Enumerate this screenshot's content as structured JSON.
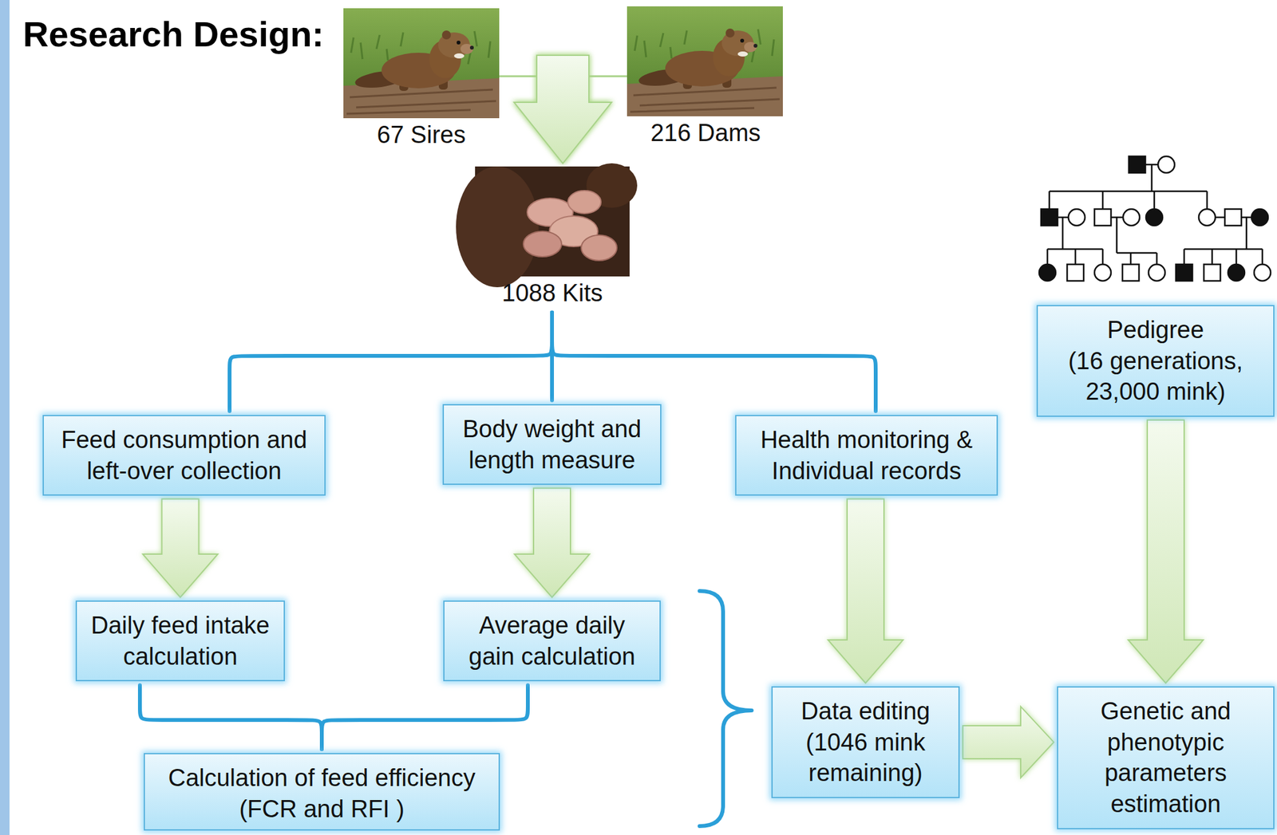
{
  "diagram": {
    "title": "Research Design:",
    "nodes": [
      {
        "text": [
          "67 Sires"
        ]
      },
      {
        "text": [
          "216 Dams"
        ]
      },
      {
        "text": [
          "1088 Kits"
        ]
      },
      {
        "text": [
          "Feed consumption and left-over collection"
        ]
      },
      {
        "text": [
          "Body weight and length measure"
        ]
      },
      {
        "text": [
          "Health monitoring & Individual records"
        ]
      },
      {
        "text": [
          "Pedigree",
          "(16 generations, 23,000 mink)"
        ]
      },
      {
        "text": [
          "Daily feed intake calculation"
        ]
      },
      {
        "text": [
          "Average daily gain calculation"
        ]
      },
      {
        "text": [
          "Data editing (1046 mink remaining)"
        ]
      },
      {
        "text": [
          "Genetic and phenotypic parameters estimation"
        ]
      },
      {
        "text": [
          "Calculation of feed efficiency (FCR and RFI )"
        ]
      }
    ],
    "edges": [
      {
        "from": 0,
        "to": 2,
        "arrow": "to"
      },
      {
        "from": 1,
        "to": 2,
        "arrow": "to"
      },
      {
        "from": 2,
        "to": 3,
        "arrow": "none"
      },
      {
        "from": 2,
        "to": 4,
        "arrow": "none"
      },
      {
        "from": 2,
        "to": 5,
        "arrow": "none"
      },
      {
        "from": 3,
        "to": 7,
        "arrow": "to"
      },
      {
        "from": 4,
        "to": 8,
        "arrow": "to"
      },
      {
        "from": 5,
        "to": 9,
        "arrow": "to"
      },
      {
        "from": 6,
        "to": 10,
        "arrow": "to"
      },
      {
        "from": 7,
        "to": 11,
        "arrow": "none"
      },
      {
        "from": 8,
        "to": 11,
        "arrow": "none"
      },
      {
        "from": 9,
        "to": 10,
        "arrow": "to"
      }
    ]
  }
}
